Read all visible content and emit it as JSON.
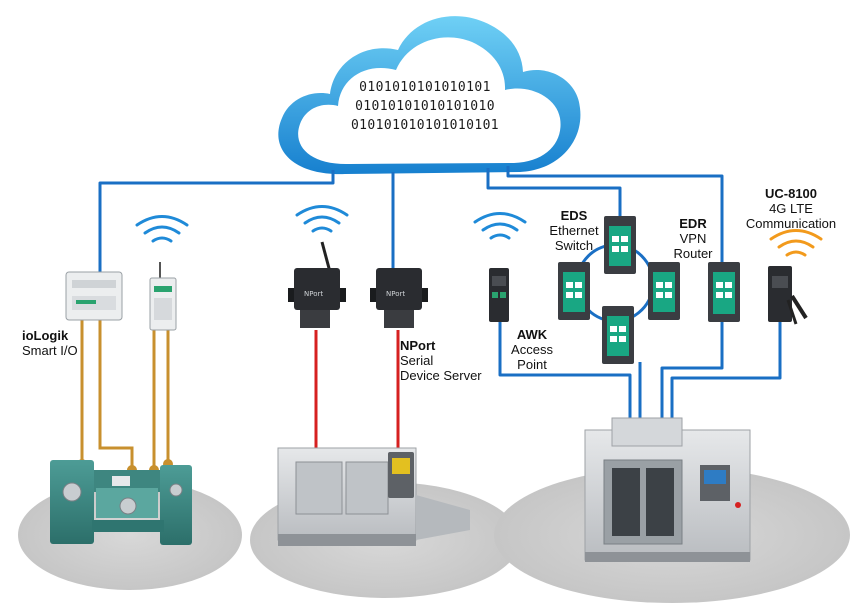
{
  "cloud": {
    "binary_rows": [
      "0101010101010101",
      "01010101010101010",
      "010101010101010101"
    ]
  },
  "devices": {
    "iologik": {
      "title": "ioLogik",
      "subtitle": "Smart I/O"
    },
    "nport": {
      "title": "NPort",
      "lines": [
        "Serial",
        "Device Server"
      ]
    },
    "awk": {
      "title": "AWK",
      "lines": [
        "Access",
        "Point"
      ]
    },
    "eds": {
      "title": "EDS",
      "lines": [
        "Ethernet",
        "Switch"
      ]
    },
    "edr": {
      "title": "EDR",
      "lines": [
        "VPN",
        "Router"
      ]
    },
    "uc8100": {
      "title": "UC-8100",
      "lines": [
        "4G LTE",
        "Communication"
      ]
    },
    "nport_brand": "NPort"
  },
  "colors": {
    "ethernet": "#1a6fc4",
    "io_wire": "#c8902e",
    "serial": "#d62020",
    "wifi": "#1f8ad8",
    "cellular": "#f29a1c",
    "cloud_border": "#1d9bd9"
  }
}
